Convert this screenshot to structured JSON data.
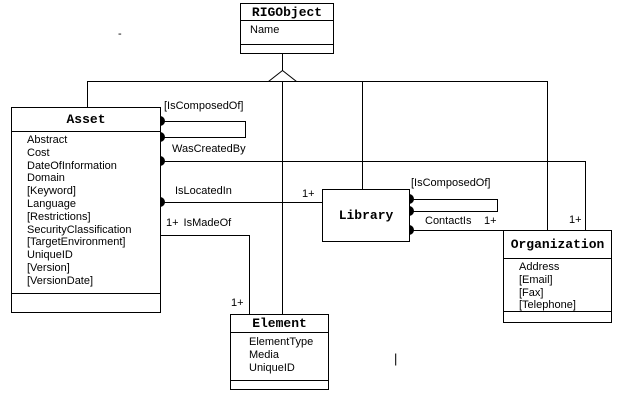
{
  "colors": {
    "line": "#000000",
    "background": "#ffffff"
  },
  "classes": {
    "rigobject": {
      "name": "RIGObject",
      "attributes": [
        "Name"
      ]
    },
    "asset": {
      "name": "Asset",
      "attributes": [
        "Abstract",
        "Cost",
        "DateOfInformation",
        "Domain",
        "[Keyword]",
        "Language",
        "[Restrictions]",
        "SecurityClassification",
        "[TargetEnvironment]",
        "UniqueID",
        "[Version]",
        "[VersionDate]"
      ]
    },
    "library": {
      "name": "Library",
      "attributes": []
    },
    "organization": {
      "name": "Organization",
      "attributes": [
        "Address",
        "[Email]",
        "[Fax]",
        "[Telephone]"
      ]
    },
    "element": {
      "name": "Element",
      "attributes": [
        "ElementType",
        "Media",
        "UniqueID"
      ]
    }
  },
  "relationships": {
    "asset_self": {
      "label": "[IsComposedOf]"
    },
    "was_created_by": {
      "label": "WasCreatedBy",
      "organization_end": "1+"
    },
    "is_located_in": {
      "label": "IsLocatedIn",
      "library_end": "1+"
    },
    "is_made_of": {
      "label": "IsMadeOf",
      "asset_end": "1+",
      "element_end": "1+"
    },
    "library_self": {
      "label": "[IsComposedOf]"
    },
    "contact_is": {
      "label": "ContactIs",
      "organization_end": "1+"
    }
  },
  "artifacts": {
    "dash": "-",
    "caret": "|"
  }
}
